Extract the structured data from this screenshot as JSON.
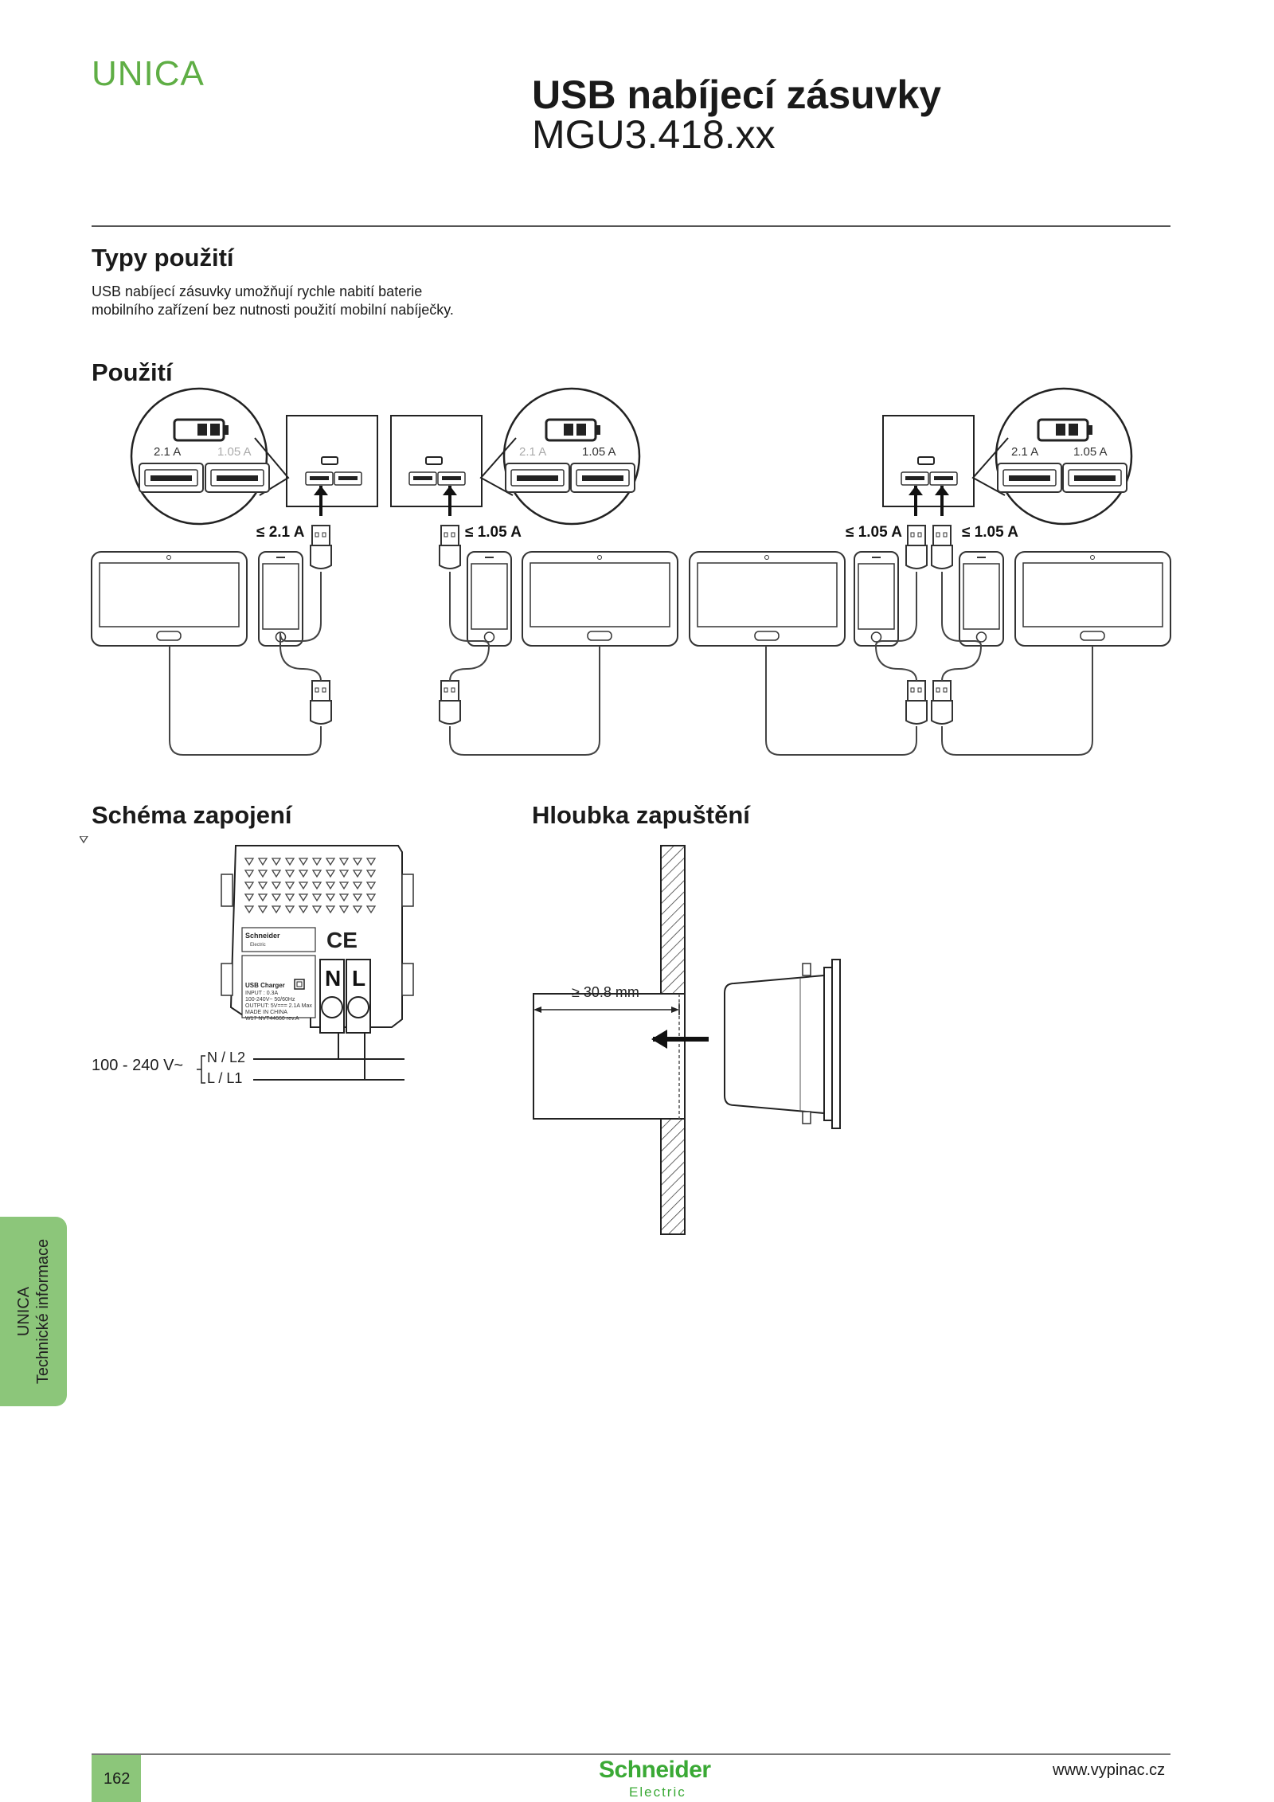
{
  "header": {
    "brand": "UNICA",
    "title": "USB nabíjecí zásuvky",
    "model": "MGU3.418.xx"
  },
  "types": {
    "heading": "Typy použití",
    "text_lines": [
      "USB nabíjecí zásuvky umožňují rychle nabití baterie",
      "mobilního zařízení bez nutnosti použití mobilní nabíječky."
    ]
  },
  "usage": {
    "heading": "Použití",
    "callouts": [
      {
        "port1": "2.1 A",
        "port2": "1.05 A",
        "active": "port1"
      },
      {
        "port1": "2.1 A",
        "port2": "1.05 A",
        "active": "port2"
      },
      {
        "port1": "2.1 A",
        "port2": "1.05 A",
        "active": "both"
      }
    ],
    "current_labels": [
      "≤ 2.1 A",
      "≤ 1.05 A",
      "≤ 1.05 A",
      "≤ 1.05 A"
    ]
  },
  "wiring": {
    "heading": "Schéma zapojení",
    "supply": "100 - 240 V",
    "supply_symbol": "~",
    "line_n": "N / L2",
    "line_l": "L / L1",
    "terminal_n": "N",
    "terminal_l": "L",
    "device_brand": "Schneider",
    "device_brand_sub": "Electric",
    "ce_mark": "CE",
    "device_label_lines": [
      "USB Charger",
      "INPUT : 0.3A",
      "100-240V~  50/60Hz",
      "OUTPUT: 5V=== 2.1A Max",
      "MADE IN CHINA",
      "W17   NVT44660  rev.A"
    ]
  },
  "depth": {
    "heading": "Hloubka zapuštění",
    "dimension": "≥ 30.8  mm"
  },
  "sidebar": {
    "line1": "UNICA",
    "line2": "Technické informace"
  },
  "footer": {
    "page": "162",
    "logo_main": "Schneider",
    "logo_sub": "Electric",
    "url": "www.vypinac.cz"
  }
}
